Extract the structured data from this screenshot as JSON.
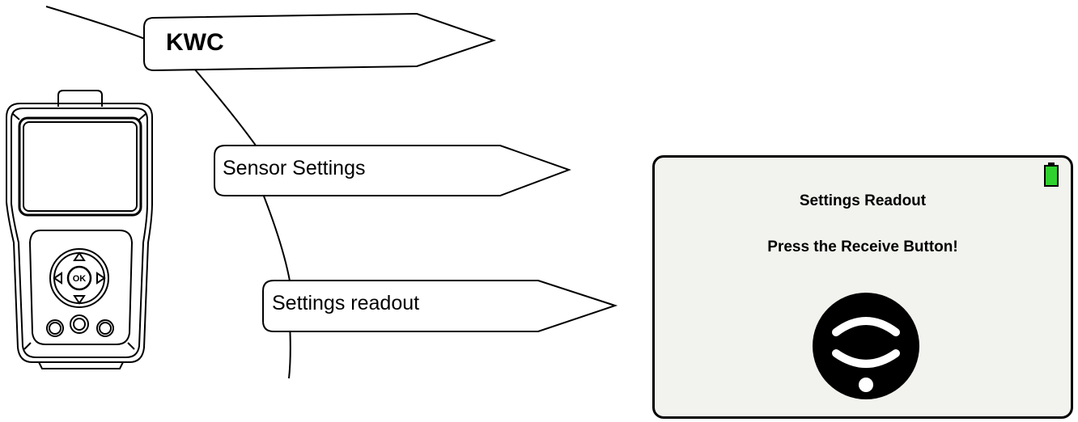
{
  "tags": {
    "kwc": "KWC",
    "sensor_settings": "Sensor Settings",
    "settings_readout": "Settings readout"
  },
  "screen": {
    "title": "Settings Readout",
    "prompt": "Press the Receive Button!"
  },
  "device": {
    "ok_label": "OK"
  },
  "icons": {
    "battery": "battery-full-icon",
    "receive": "receive-signal-icon"
  },
  "colors": {
    "battery_fill": "#2ed12e",
    "screen_background": "#f2f3ee",
    "outline": "#000000"
  }
}
